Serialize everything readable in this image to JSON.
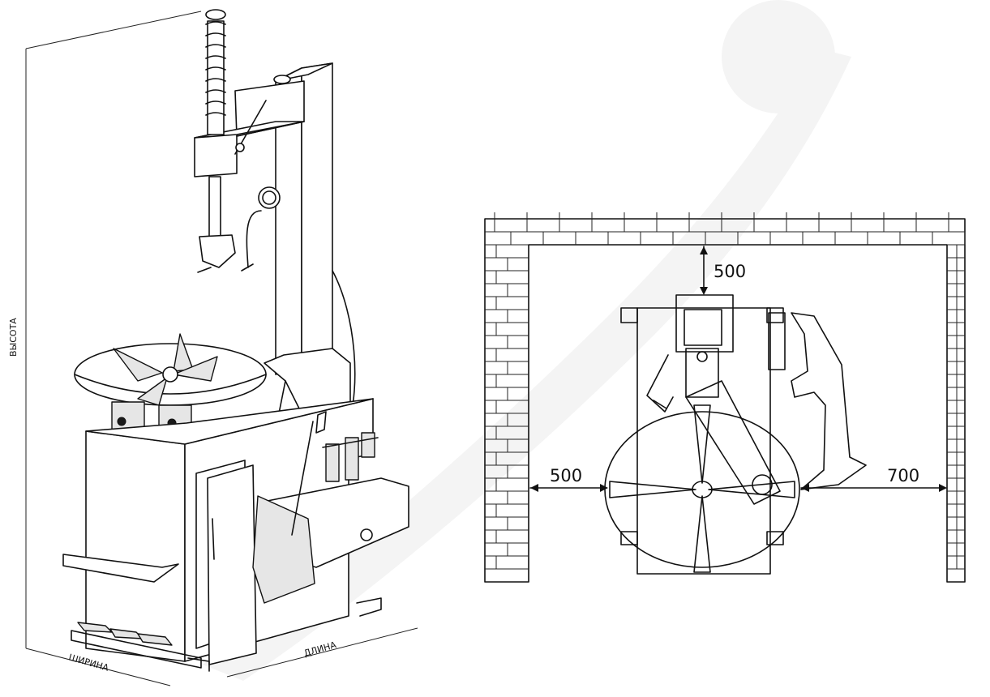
{
  "perspective_view": {
    "labels": {
      "height": "ВЫСОТА",
      "width": "ШИРИНА",
      "length": "ДЛИНА"
    }
  },
  "plan_view": {
    "clearances": {
      "rear": "500",
      "left": "500",
      "right": "700"
    }
  },
  "colors": {
    "line": "#111111",
    "watermark": "#f4f4f4",
    "background": "#ffffff"
  }
}
